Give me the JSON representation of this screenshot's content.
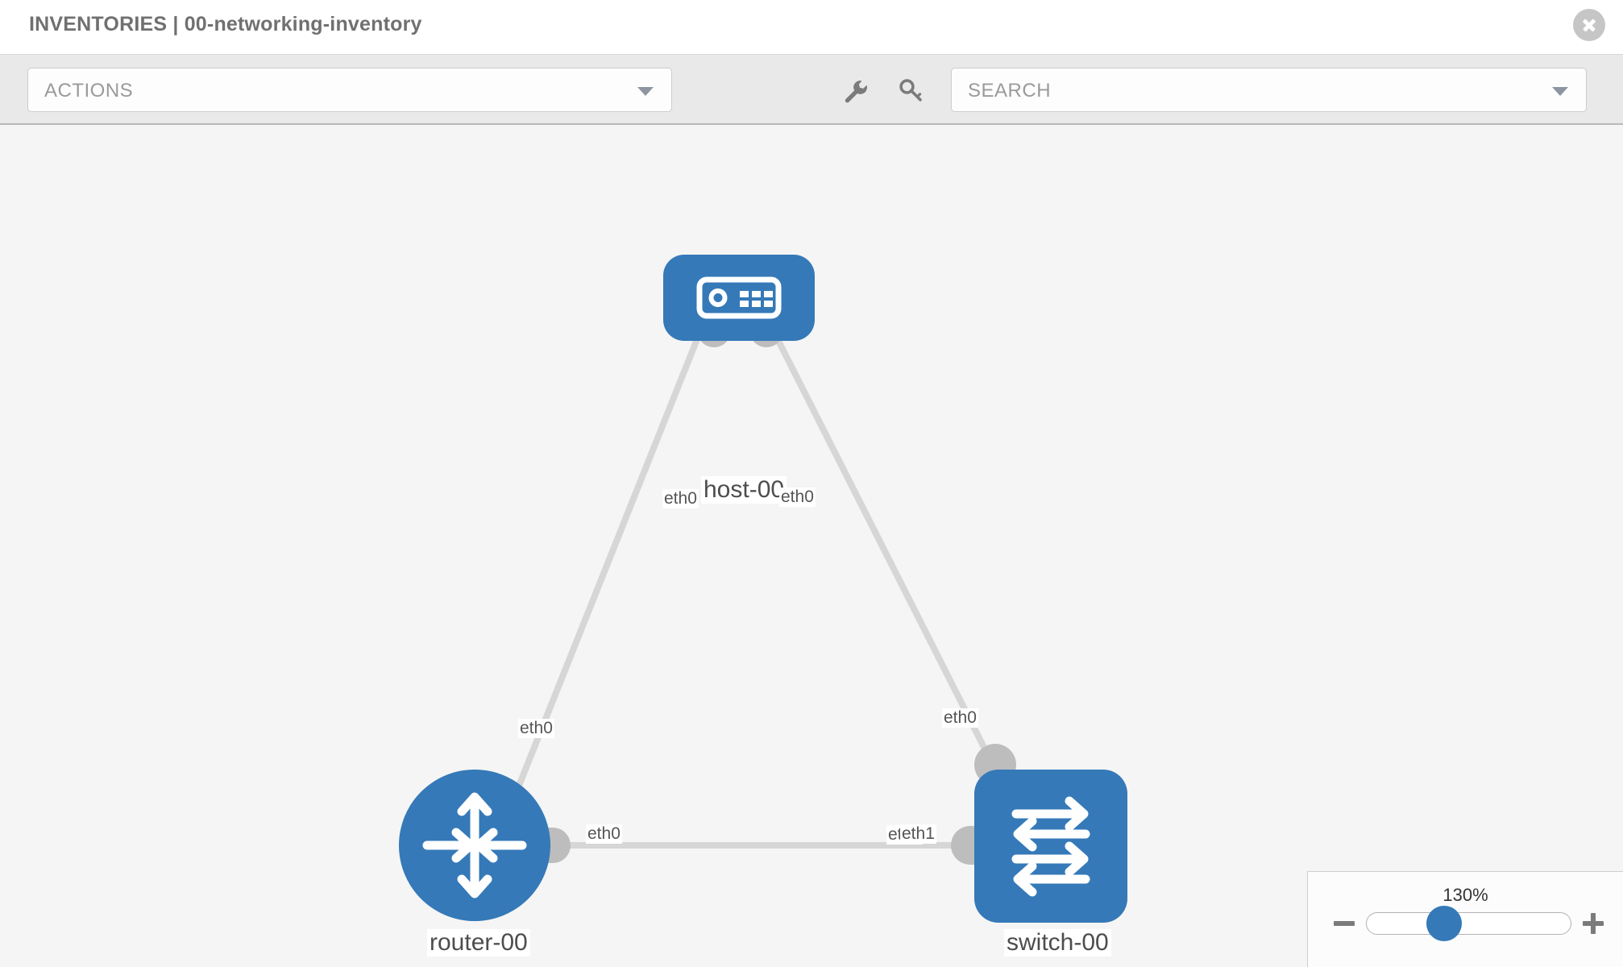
{
  "header": {
    "title": "INVENTORIES | 00-networking-inventory",
    "close_icon": "close-circle-icon"
  },
  "toolbar": {
    "actions_label": "ACTIONS",
    "actions_caret_icon": "chevron-down-icon",
    "wrench_icon": "wrench-icon",
    "key_icon": "key-icon",
    "search_placeholder": "SEARCH",
    "search_value": "",
    "search_caret_icon": "chevron-down-icon"
  },
  "topology": {
    "nodes": [
      {
        "id": "host-00",
        "label": "host-00",
        "type": "host",
        "icon": "server-icon",
        "color": "#3579b8"
      },
      {
        "id": "router-00",
        "label": "router-00",
        "type": "router",
        "icon": "router-arrows-icon",
        "color": "#3579b8"
      },
      {
        "id": "switch-00",
        "label": "switch-00",
        "type": "switch",
        "icon": "switch-arrows-icon",
        "color": "#3579b8"
      }
    ],
    "links": [
      {
        "from": "host-00",
        "to": "router-00",
        "from_iface": "eth0",
        "to_iface": "eth0"
      },
      {
        "from": "host-00",
        "to": "switch-00",
        "from_iface": "eth0",
        "to_iface": "eth0"
      },
      {
        "from": "router-00",
        "to": "switch-00",
        "from_iface": "eth0",
        "to_iface": "eth1"
      }
    ],
    "interface_labels": {
      "host_left": "eth0",
      "host_right": "eth0",
      "router_up": "eth0",
      "switch_up": "eth0",
      "router_right": "eth0",
      "switch_left_back": "eth0",
      "switch_left_front": "eth1"
    },
    "link_color": "#d6d6d6",
    "socket_color": "#bdbdbd"
  },
  "zoom_control": {
    "percent": "130%",
    "minus_label": "zoom-out",
    "plus_label": "zoom-in",
    "slider_value": 130,
    "slider_min": 10,
    "slider_max": 200
  }
}
